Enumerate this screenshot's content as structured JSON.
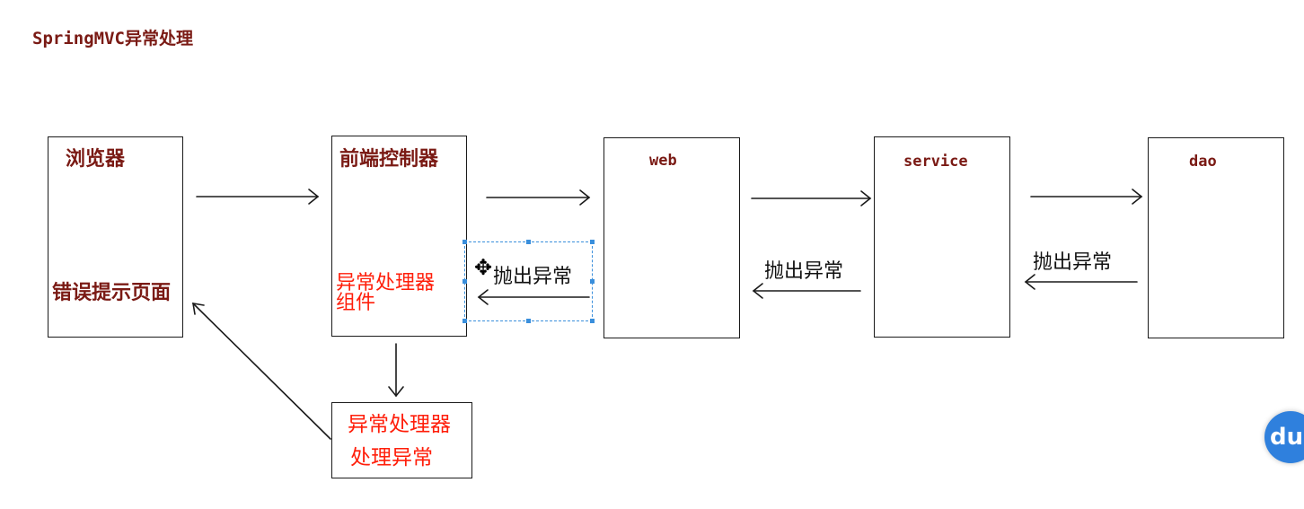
{
  "title": "SpringMVC异常处理",
  "boxes": {
    "browser": {
      "title": "浏览器",
      "bottom_text": "错误提示页面"
    },
    "front_controller": {
      "title": "前端控制器",
      "component_line1": "异常处理器",
      "component_line2": "组件"
    },
    "web": {
      "title": "web"
    },
    "service": {
      "title": "service"
    },
    "dao": {
      "title": "dao"
    },
    "handler": {
      "line1": "异常处理器",
      "line2": "处理异常"
    }
  },
  "arrow_labels": {
    "web_to_controller": "抛出异常",
    "service_to_web": "抛出异常",
    "dao_to_service": "抛出异常"
  },
  "icons": {
    "move_cursor": "move-cursor-icon",
    "logo": "du-logo-icon"
  },
  "logo_text": "du",
  "colors": {
    "dark_red": "#7a1a14",
    "red": "#ff1e0a",
    "selection_blue": "#3a8fdc",
    "logo_blue": "#2f80dd"
  }
}
